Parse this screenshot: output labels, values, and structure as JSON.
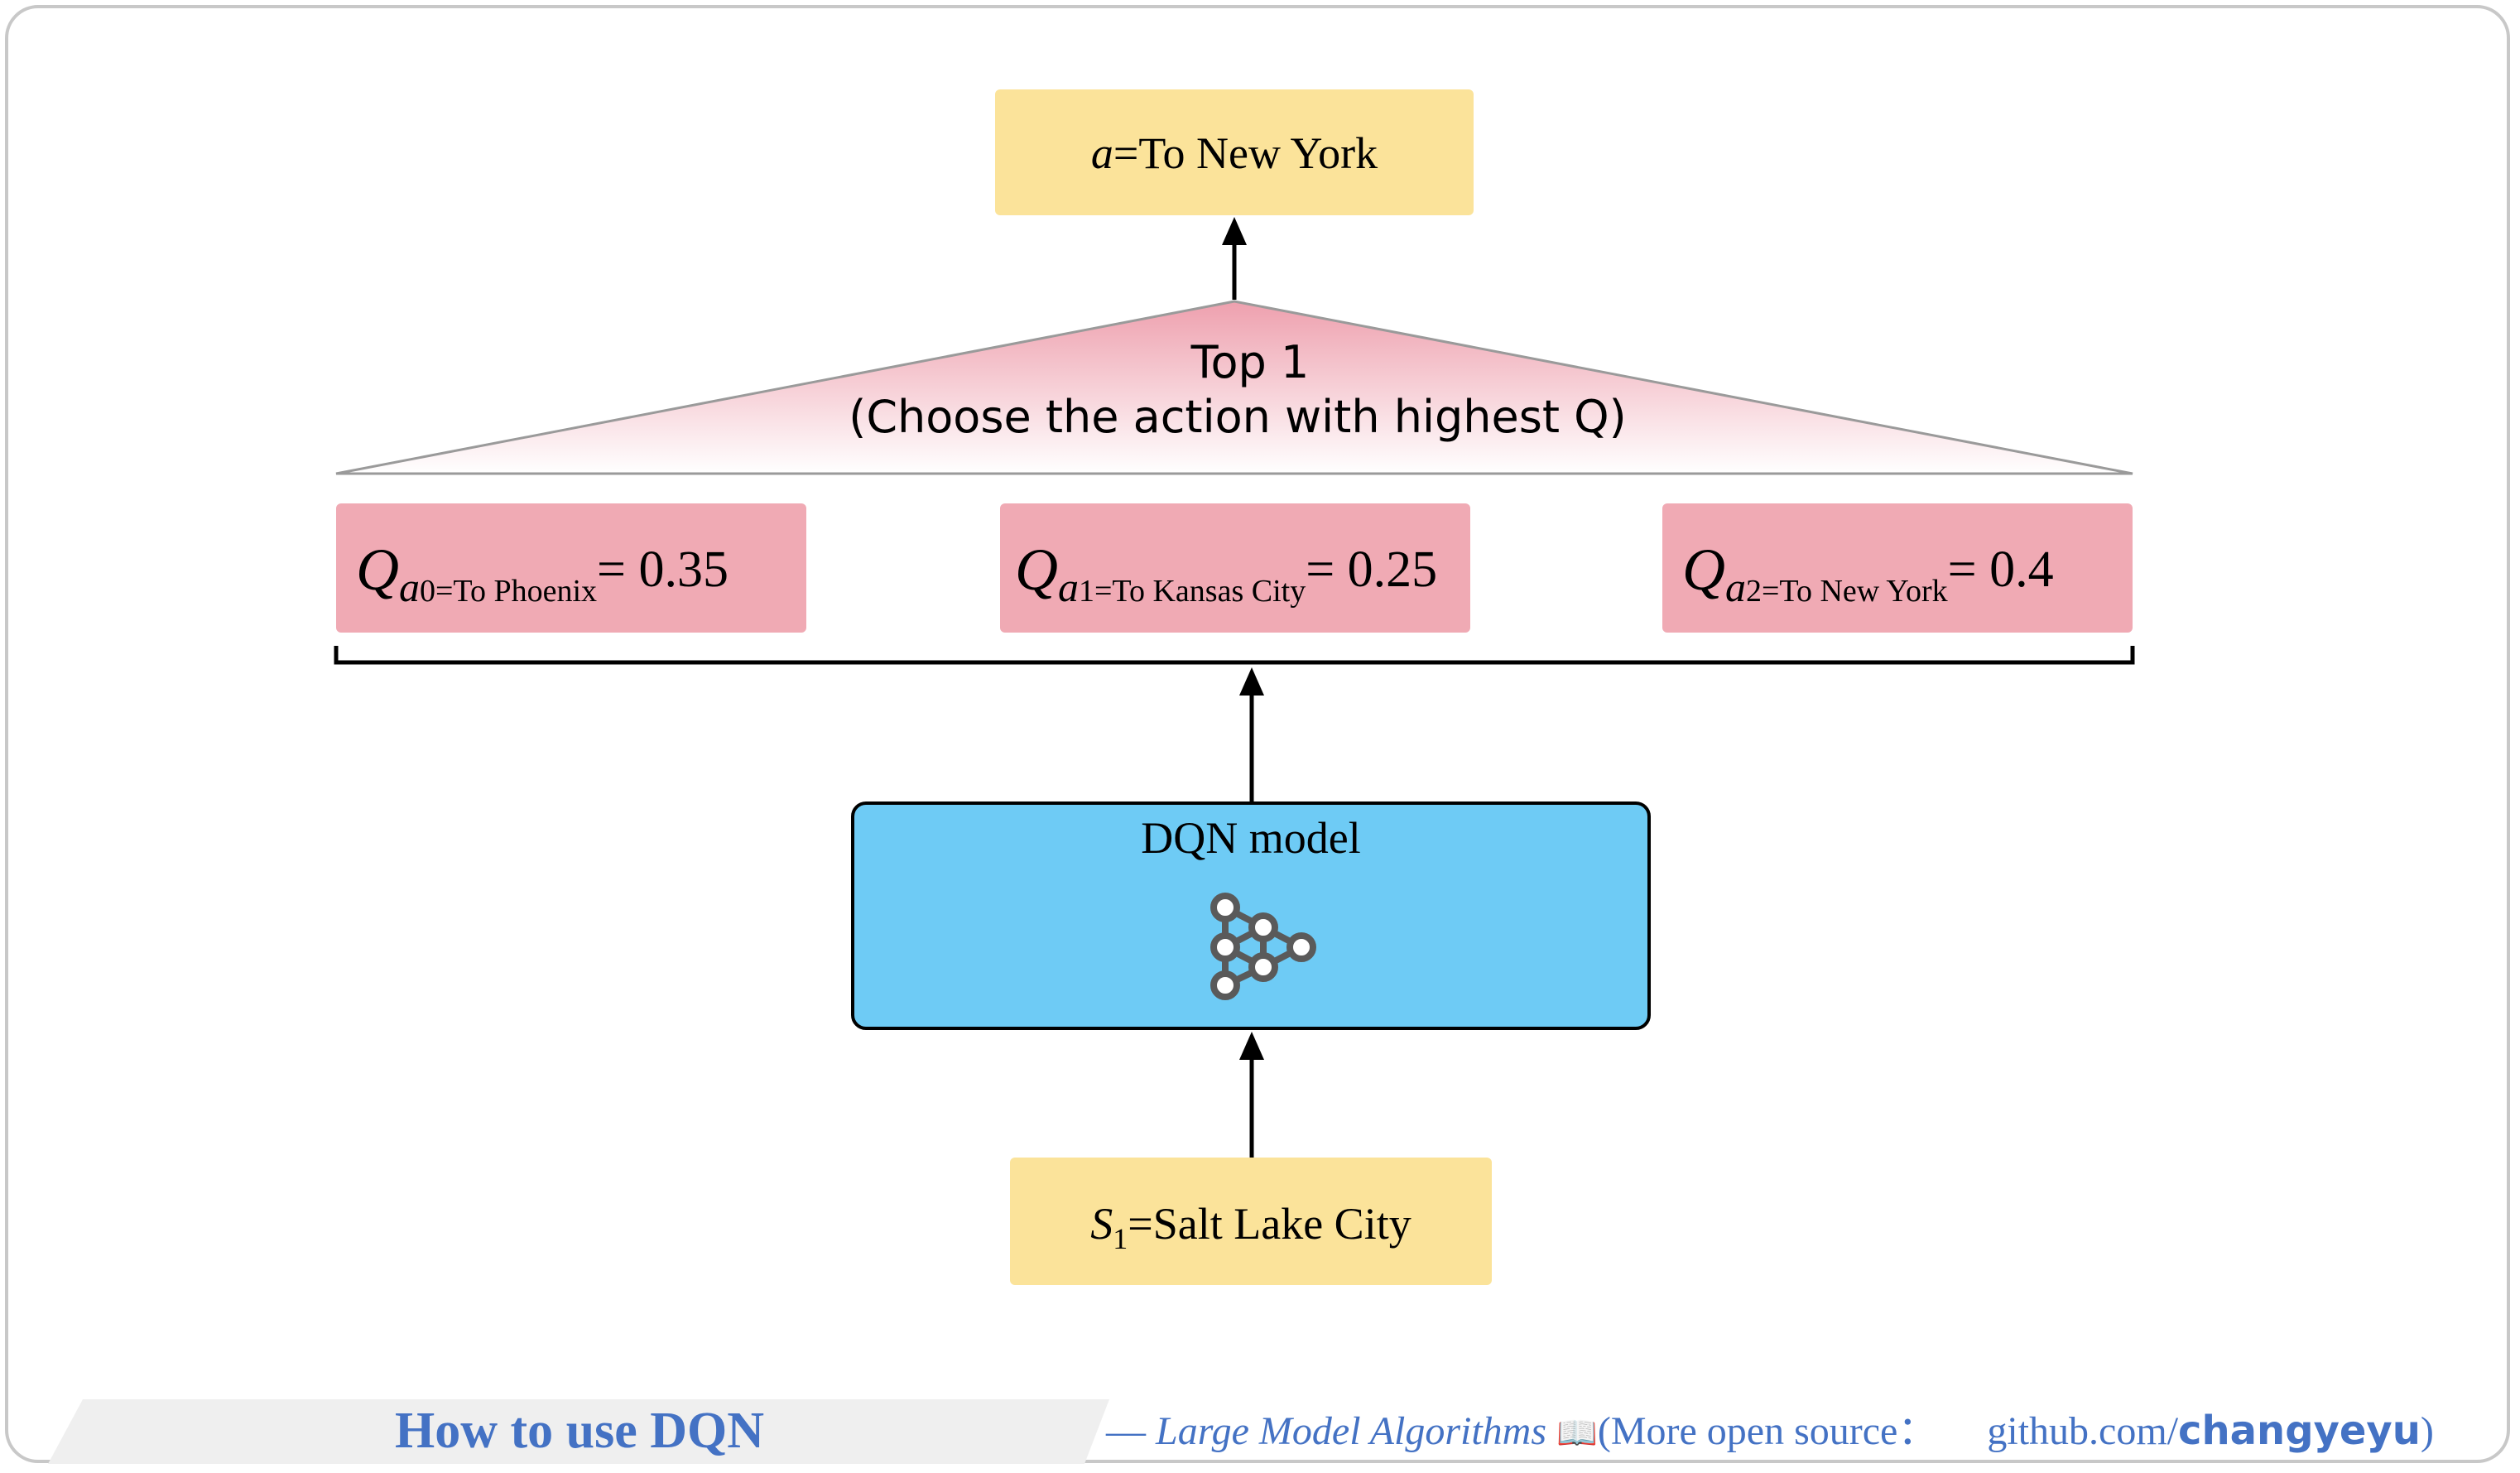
{
  "action": {
    "var": "a",
    "eq": "=To New York"
  },
  "topk": {
    "line1": "Top 1",
    "line2": "(Choose the action with highest Q)"
  },
  "q_values": [
    {
      "sub": "0=To Phoenix",
      "eq": "= 0.35"
    },
    {
      "sub": "1=To Kansas City",
      "eq": "= 0.25"
    },
    {
      "sub": "2=To New York",
      "eq": "= 0.4"
    }
  ],
  "model": {
    "label": "DQN model",
    "icon": "neural-network-icon"
  },
  "state": {
    "var": "S",
    "sub": "1",
    "eq": "=Salt Lake City"
  },
  "footer": {
    "title": "How to use DQN",
    "dash": "—",
    "series": "Large Model Algorithms",
    "book_icon": "📖",
    "source_prefix": "(More open source：",
    "source_link": "github.com/",
    "source_user": "changyeyu",
    "source_suffix": ")"
  },
  "colors": {
    "yellow": "#fbe39a",
    "pink": "#f0aab4",
    "blue": "#6ecbf5",
    "footer_blue": "#4472c4",
    "icon_gray": "#5a5a5a"
  }
}
